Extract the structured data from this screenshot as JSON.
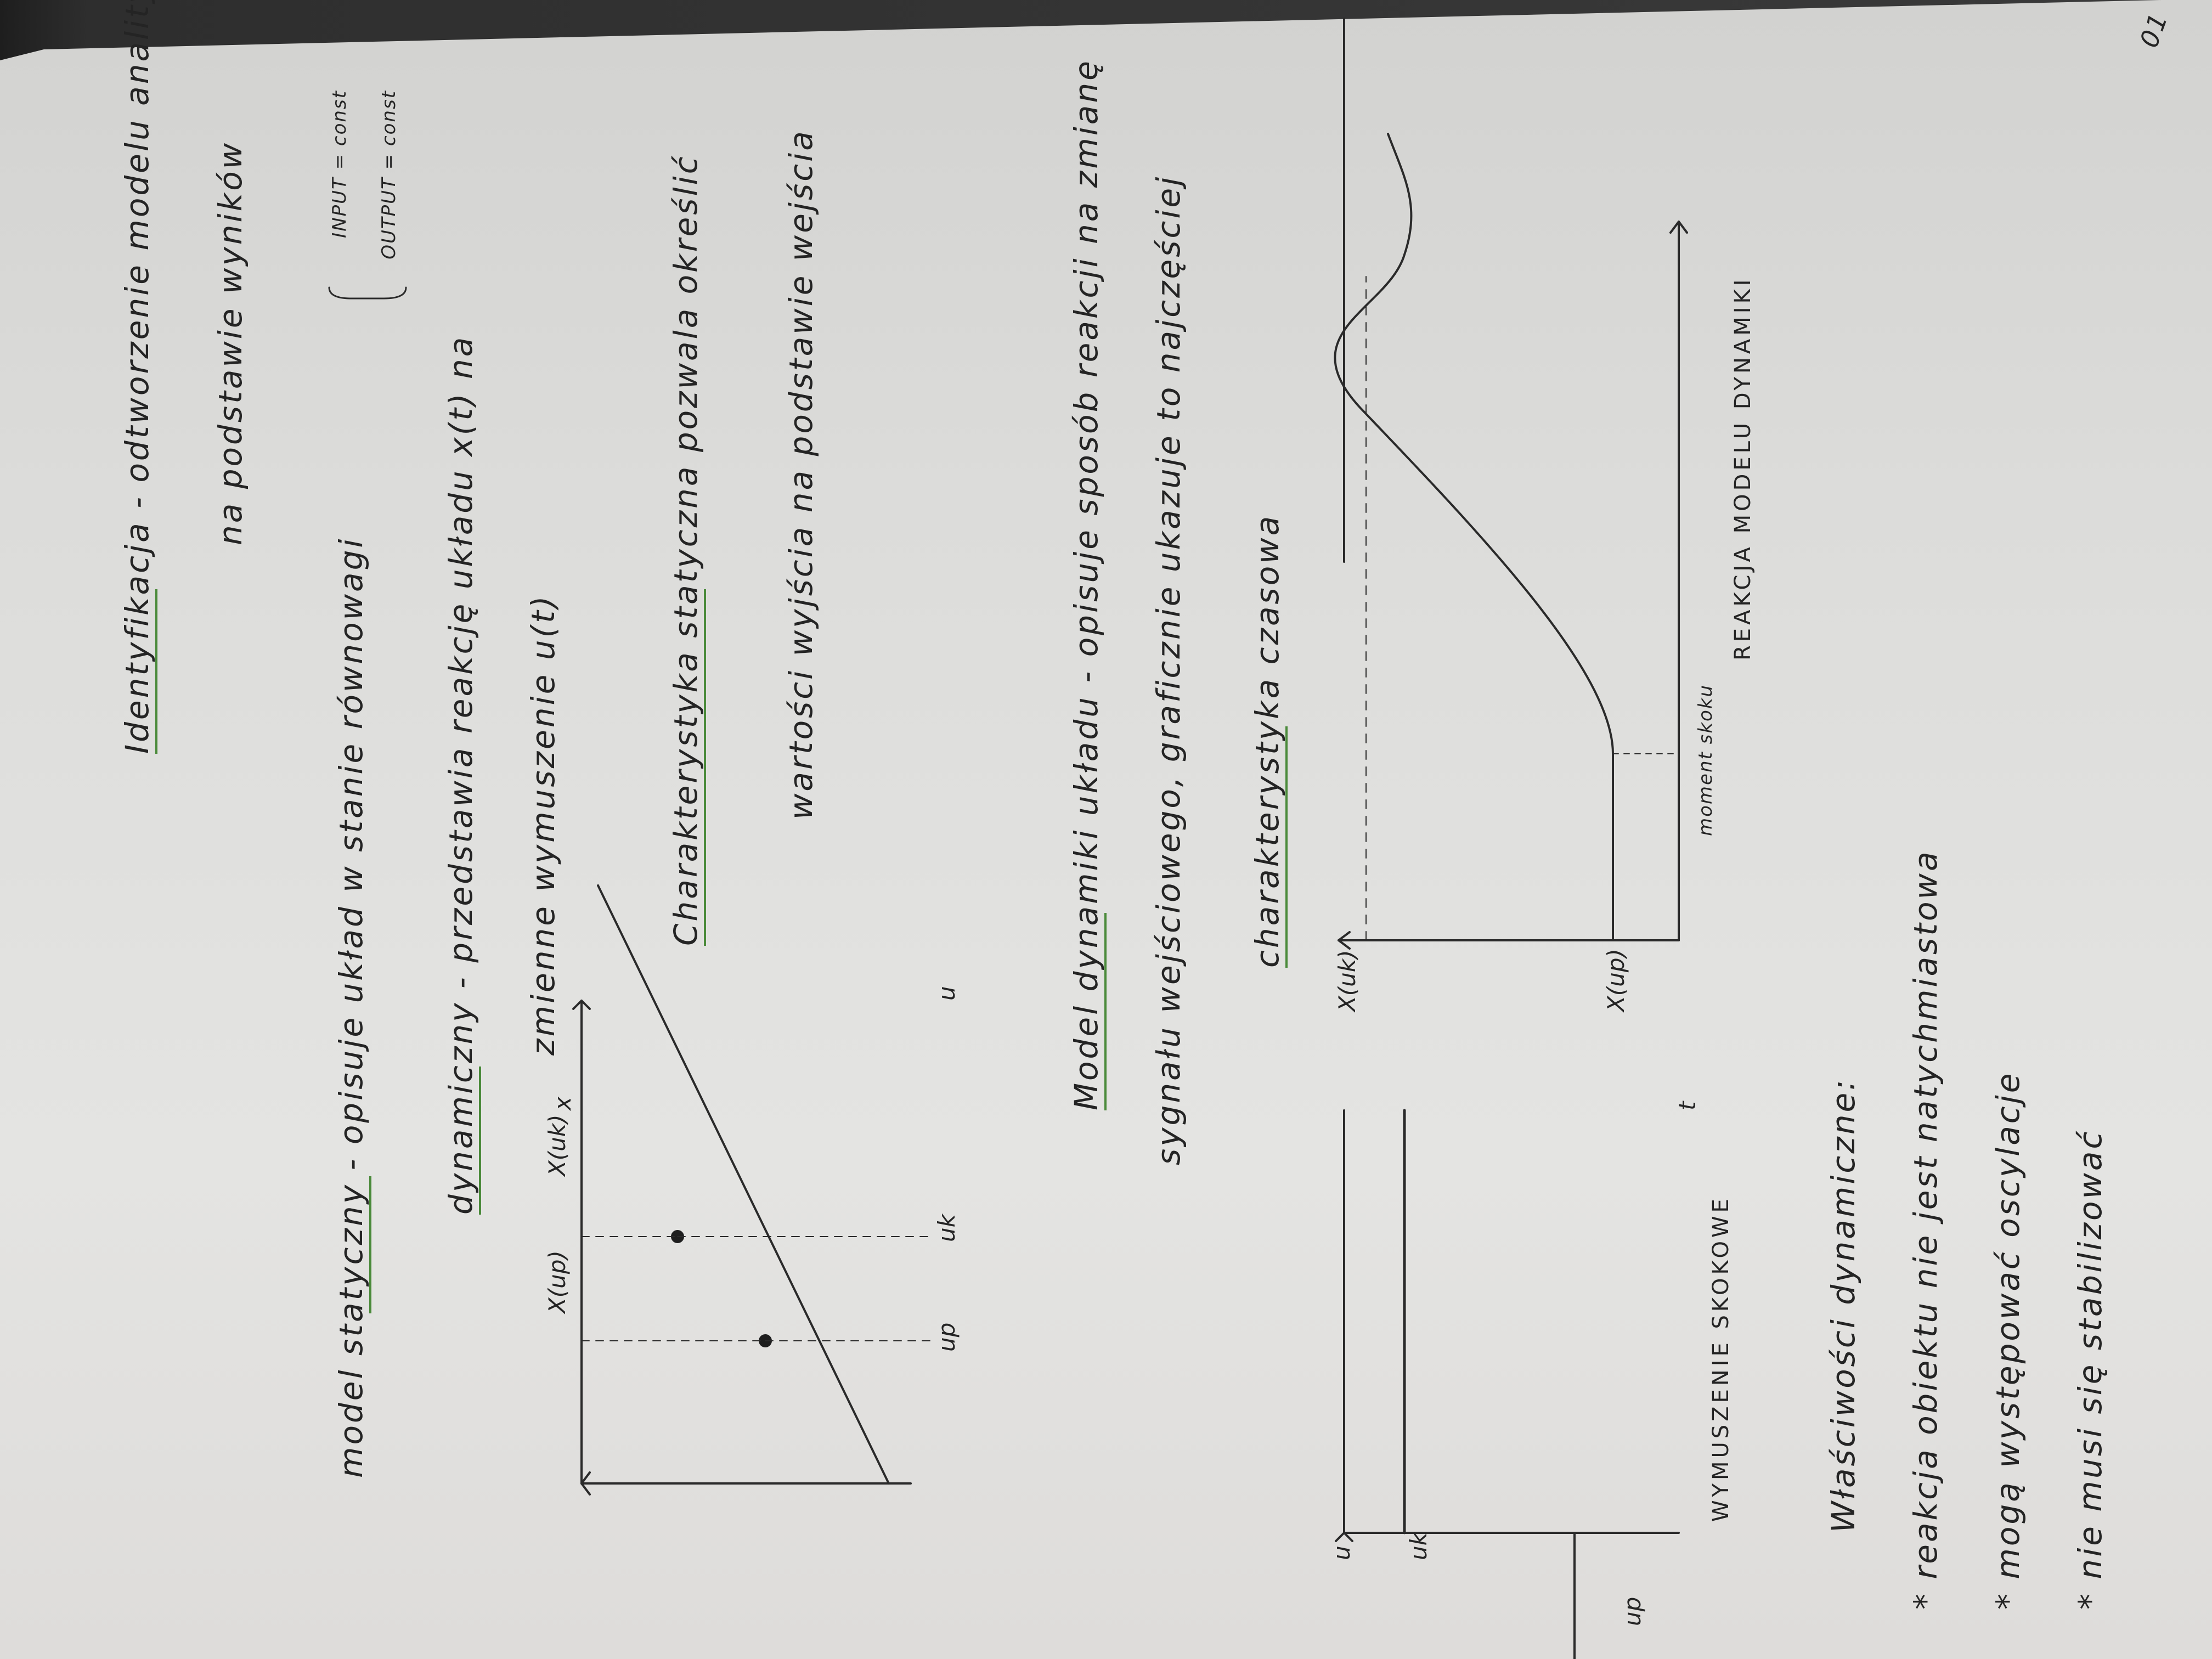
{
  "notes": {
    "line1": "Identyfikacja - odtworzenie modelu analitycznego",
    "line2": "na podstawie wyników",
    "line3": "model statyczny - opisuje układ w stanie równowagi",
    "bracket_top": "INPUT = const",
    "bracket_bottom": "OUTPUT = const",
    "line4": "dynamiczny - przedstawia reakcję układu x(t) na",
    "line5": "zmienne wymuszenie u(t)",
    "line6": "Charakterystyka statyczna pozwala określić",
    "line7": "wartości wyjścia na podstawie wejścia",
    "line8": "Model dynamiki układu - opisuje sposób reakcji na zmianę",
    "line9": "sygnału wejściowego, graficznie ukazuje to najczęściej",
    "line10": "charakterystyka czasowa",
    "line11": "Właściwości dynamiczne:",
    "bullet1": "* reakcja obiektu nie jest natychmiastowa",
    "bullet2": "* mogą występować oscylacje",
    "bullet3": "* nie musi się stabilizować"
  },
  "static_graph": {
    "y_axis": "x",
    "x_axis": "u",
    "y_tick_high": "X(uk)",
    "y_tick_low": "X(up)",
    "x_tick_low": "up",
    "x_tick_high": "uk"
  },
  "step_graph": {
    "y_axis": "u",
    "x_axis": "t",
    "tick_high": "uk",
    "tick_low": "up",
    "caption": "WYMUSZENIE SKOKOWE"
  },
  "response_graph": {
    "y_tick_high": "X(uk)",
    "y_tick_low": "X(up)",
    "moment_label": "moment skoku",
    "caption": "REAKCJA MODELU DYNAMIKI"
  },
  "corner_mark": "01",
  "colors": {
    "ink": "#2a2a2a",
    "underline": "#4a8a3a",
    "paper": "#dcdcda"
  }
}
